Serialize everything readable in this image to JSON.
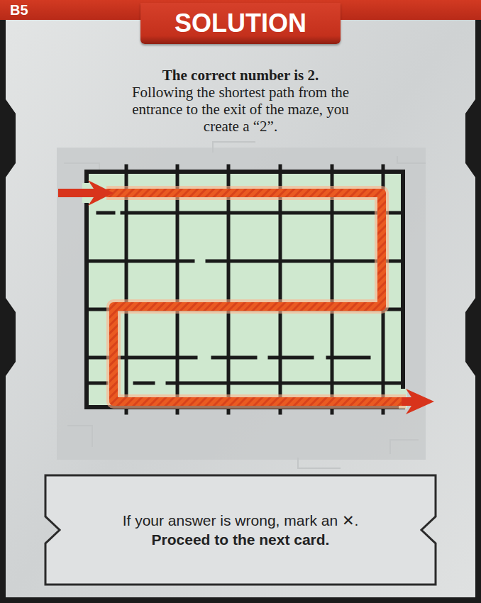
{
  "diagram": {
    "nodes": [
      {
        "text": [
          "B5"
        ]
      },
      {
        "text": [
          "SOLUTION"
        ]
      },
      {
        "text": [
          "If your answer is wrong, mark an ✕.",
          "Proceed to the next card."
        ]
      }
    ],
    "labels": [
      "The correct number is 2.",
      "Following the shortest path from the entrance to the exit of the maze, you create a “2”."
    ]
  }
}
